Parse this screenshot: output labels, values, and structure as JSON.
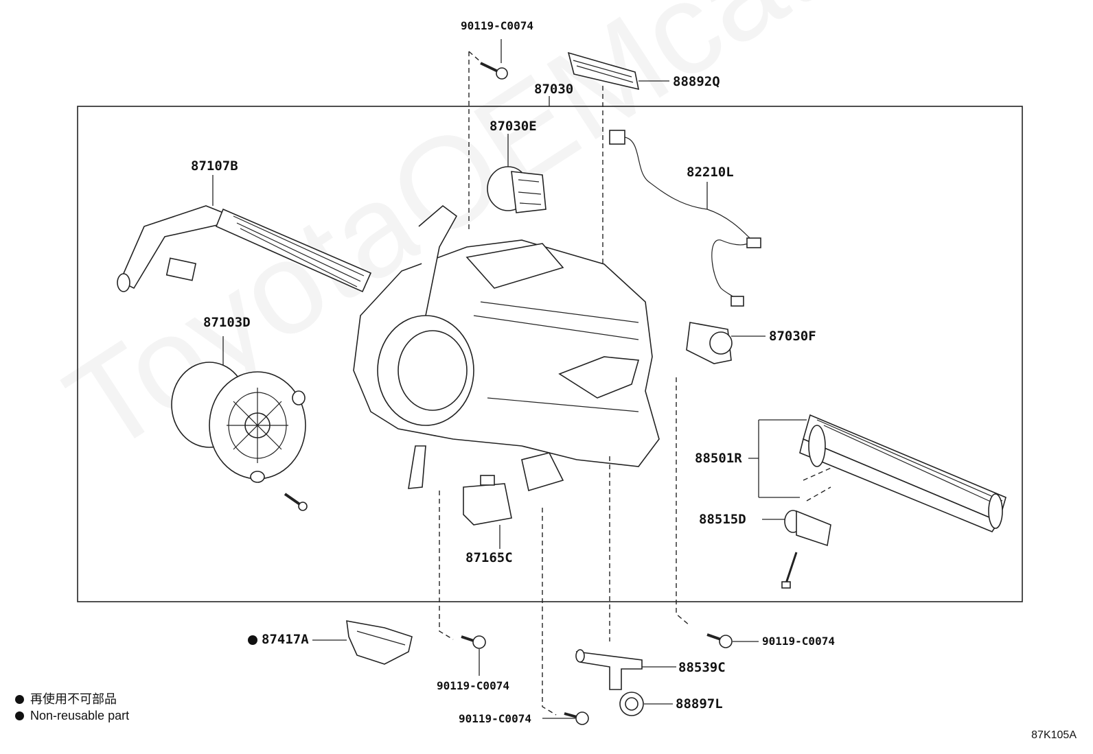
{
  "diagram": {
    "code": "87K105A",
    "watermark": "ToyotaOEMcatalog.ru",
    "assembly_label": "87030",
    "labels": {
      "bolt_top": "90119-C0074",
      "p88892q": "88892Q",
      "p87030e": "87030E",
      "p87107b": "87107B",
      "p82210l": "82210L",
      "p87103d": "87103D",
      "p87030f": "87030F",
      "p88501r": "88501R",
      "p88515d": "88515D",
      "p87165c": "87165C",
      "p87417a": "87417A",
      "bolt_right": "90119-C0074",
      "bolt_mid": "90119-C0074",
      "p88539c": "88539C",
      "p88897l": "88897L",
      "bolt_bottom": "90119-C0074"
    },
    "legend": {
      "jp": "再使用不可部品",
      "en": "Non-reusable part"
    }
  }
}
